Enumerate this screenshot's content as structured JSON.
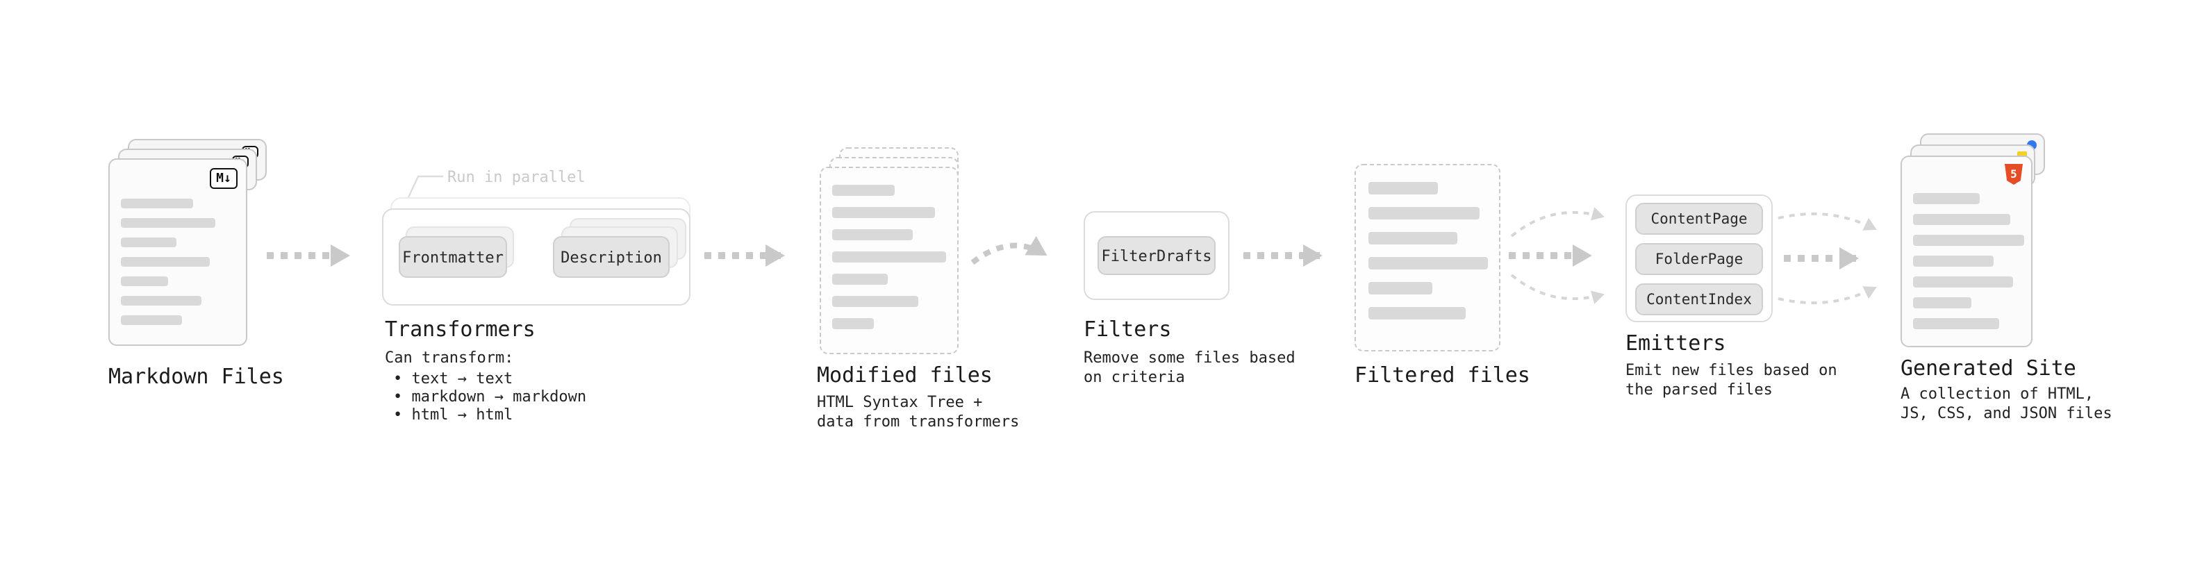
{
  "diagram": {
    "stages": {
      "markdown_files": {
        "title": "Markdown Files",
        "file_icon": "M↓"
      },
      "transformers": {
        "title": "Transformers",
        "parallel_label": "Run in parallel",
        "nodes": [
          "Frontmatter",
          "Description"
        ],
        "caption": "Can transform:",
        "bullets": [
          "• text → text",
          "• markdown → markdown",
          "• html → html"
        ]
      },
      "modified_files": {
        "title": "Modified files",
        "caption": "HTML Syntax Tree +\ndata from transformers"
      },
      "filters": {
        "title": "Filters",
        "nodes": [
          "FilterDrafts"
        ],
        "caption": "Remove some files based\non criteria"
      },
      "filtered_files": {
        "title": "Filtered files"
      },
      "emitters": {
        "title": "Emitters",
        "nodes": [
          "ContentPage",
          "FolderPage",
          "ContentIndex"
        ],
        "caption": "Emit new files based on\nthe parsed files"
      },
      "generated_site": {
        "title": "Generated Site",
        "html5_icon": "5",
        "caption": "A collection of HTML,\nJS, CSS, and JSON files"
      }
    },
    "colors": {
      "arrow": "#c9c9c9",
      "arrow_light": "#d6d6d6",
      "html5_orange": "#e44d26",
      "js_yellow": "#f2d024",
      "css_blue": "#3178f2",
      "text": "#1b1b1b",
      "muted_label": "#c9c9c9"
    }
  }
}
